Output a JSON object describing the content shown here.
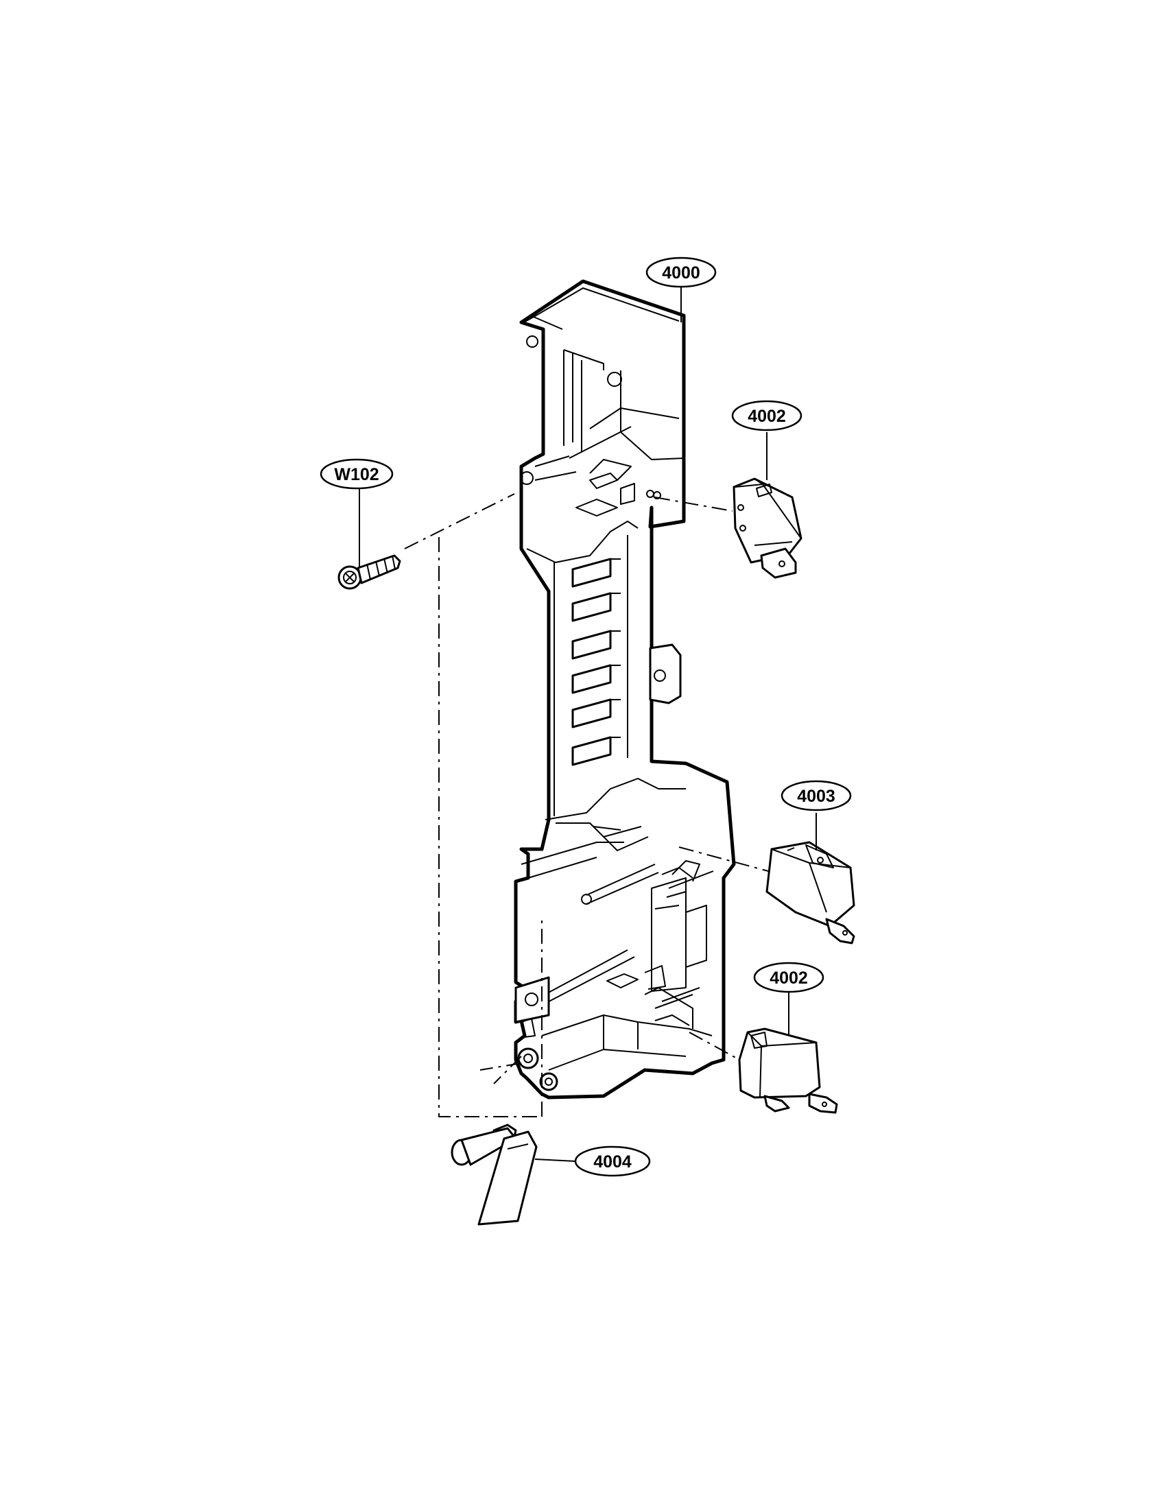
{
  "callouts": {
    "c4000": "4000",
    "c4002a": "4002",
    "cW102": "W102",
    "c4003": "4003",
    "c4002b": "4002",
    "c4004": "4004"
  }
}
